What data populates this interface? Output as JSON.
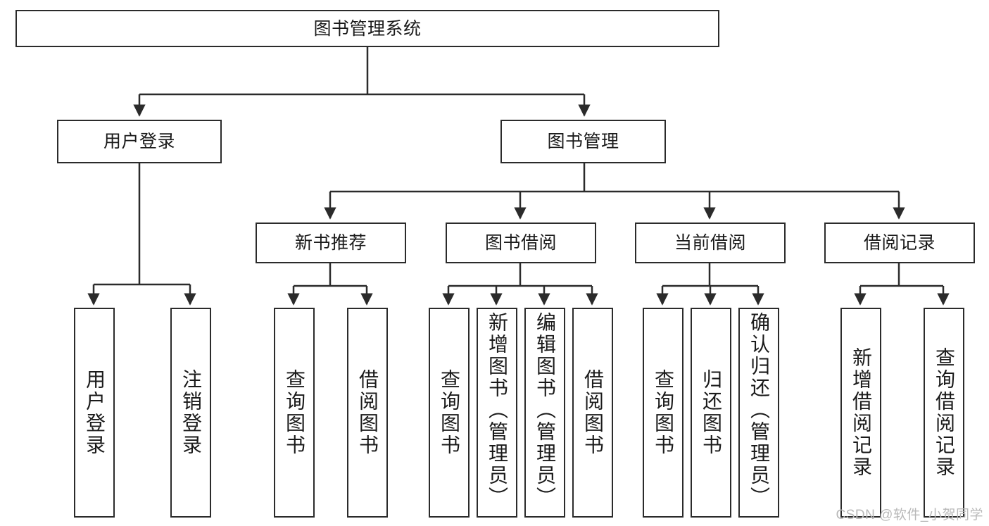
{
  "diagram": {
    "title": "图书管理系统",
    "type": "hierarchy-tree",
    "watermark": "CSDN @软件_小贺同学",
    "colors": {
      "background": "#ffffff",
      "box_border": "#2b2b2b",
      "box_fill": "#ffffff",
      "text": "#1a1a1a",
      "edge": "#2b2b2b",
      "watermark": "#b9b9b9"
    }
  },
  "nodes": {
    "root": {
      "label": "图书管理系统"
    },
    "level2": [
      {
        "label": "用户登录"
      },
      {
        "label": "图书管理"
      }
    ],
    "level3": [
      {
        "label": "新书推荐"
      },
      {
        "label": "图书借阅"
      },
      {
        "label": "当前借阅"
      },
      {
        "label": "借阅记录"
      }
    ],
    "leaves": {
      "user_login": [
        {
          "label": "用户登录"
        },
        {
          "label": "注销登录"
        }
      ],
      "new_book_recommend": [
        {
          "label": "查询图书"
        },
        {
          "label": "借阅图书"
        }
      ],
      "book_borrow": [
        {
          "label": "查询图书"
        },
        {
          "label": "新增图书（管理员）"
        },
        {
          "label": "编辑图书（管理员）"
        },
        {
          "label": "借阅图书"
        }
      ],
      "current_borrow": [
        {
          "label": "查询图书"
        },
        {
          "label": "归还图书"
        },
        {
          "label": "确认归还（管理员）"
        }
      ],
      "borrow_records": [
        {
          "label": "新增借阅记录"
        },
        {
          "label": "查询借阅记录"
        }
      ]
    }
  }
}
